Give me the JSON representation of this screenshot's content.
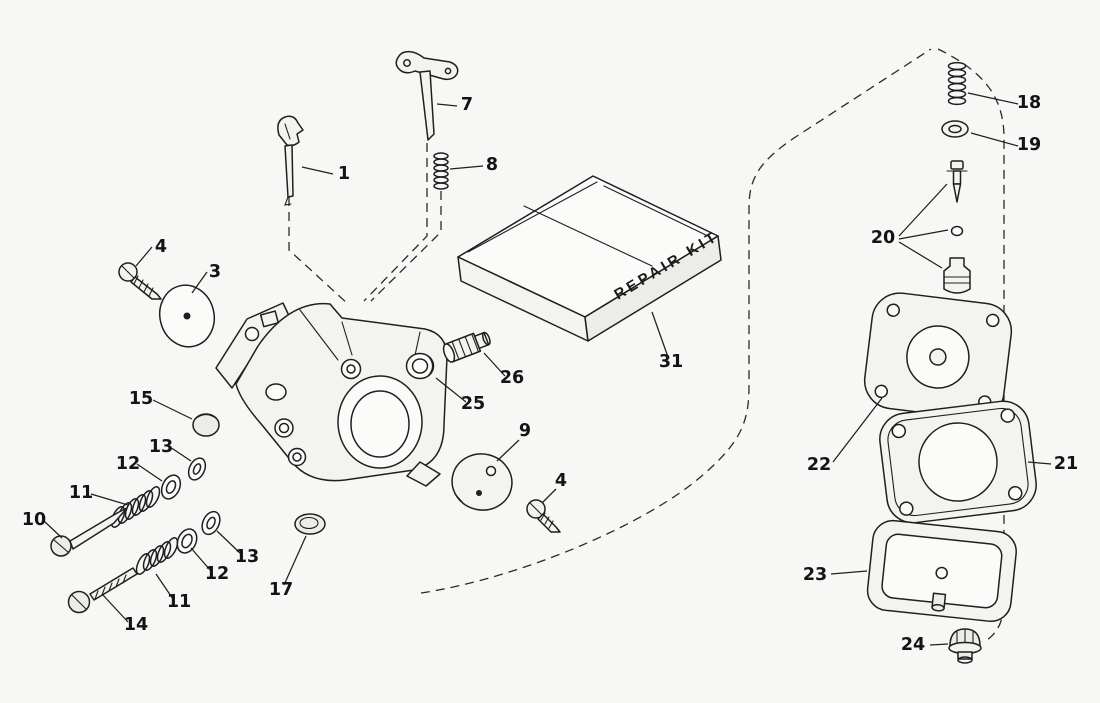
{
  "diagram": {
    "title": "Carburetor exploded parts diagram",
    "background_color": "#f7f7f5",
    "line_color": "#1f1f1f",
    "repair_kit_label": "REPAIR KIT",
    "callouts": {
      "n1": "1",
      "n3": "3",
      "n4a": "4",
      "n4b": "4",
      "n7": "7",
      "n8": "8",
      "n9": "9",
      "n10": "10",
      "n11a": "11",
      "n11b": "11",
      "n12a": "12",
      "n12b": "12",
      "n13a": "13",
      "n13b": "13",
      "n14": "14",
      "n15": "15",
      "n17": "17",
      "n18": "18",
      "n19": "19",
      "n20": "20",
      "n21": "21",
      "n22": "22",
      "n23": "23",
      "n24": "24",
      "n25": "25",
      "n26": "26",
      "n31": "31"
    }
  }
}
